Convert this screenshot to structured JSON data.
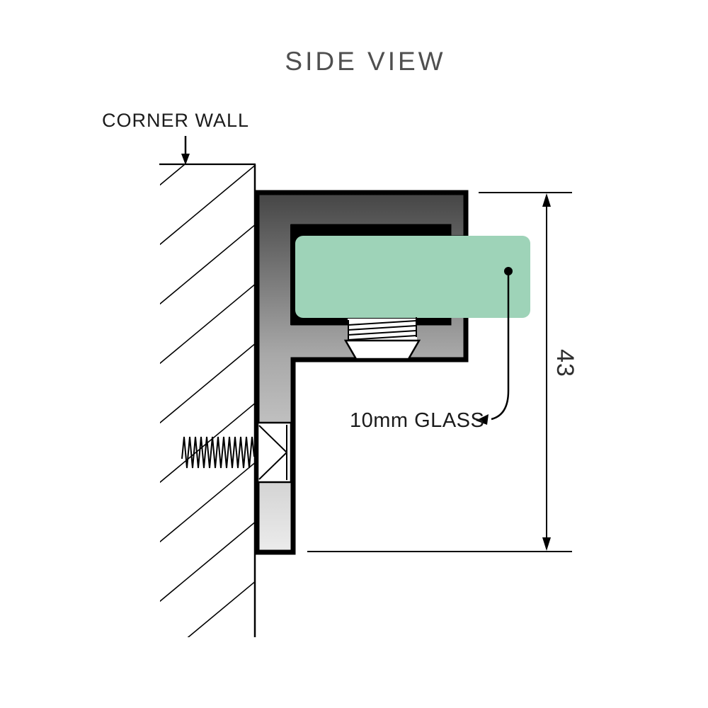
{
  "title": "SIDE VIEW",
  "wall": {
    "label": "CORNER WALL"
  },
  "glass": {
    "label": "10mm GLASS"
  },
  "dimension": {
    "value": "43"
  },
  "colors": {
    "glass": "#9ed3b8",
    "glass_edge": "#86c2a4",
    "title_text": "#4f4f4f",
    "label_text": "#1b1b1b",
    "dim_text": "#2e2e2e",
    "line": "#000000",
    "metal_dark": "#454545",
    "metal_mid": "#a8a8a8",
    "metal_light": "#ececec"
  }
}
